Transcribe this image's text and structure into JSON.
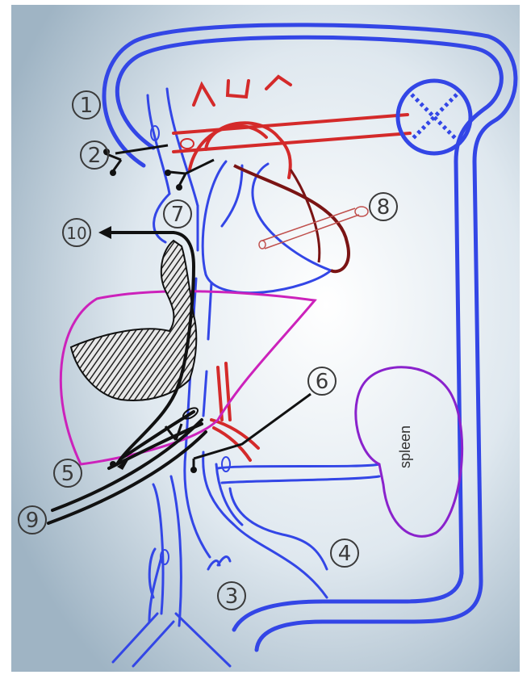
{
  "labels": {
    "n1": "1",
    "n2": "2",
    "n3": "3",
    "n4": "4",
    "n5": "5",
    "n6": "6",
    "n7": "7",
    "n8": "8",
    "n9": "9",
    "n10": "10",
    "spleen": "spleen"
  },
  "colors": {
    "vein": "#3346e6",
    "artery": "#d42a2a",
    "dark_artery": "#7a1414",
    "liver_outline": "#cc22bb",
    "spleen_outline": "#8a22cc",
    "tube": "#111111",
    "shunt": "#c0504d"
  },
  "icons": {
    "placenta": "crossed-circle-icon",
    "endoscope": "crosshatch-tube-icon"
  }
}
